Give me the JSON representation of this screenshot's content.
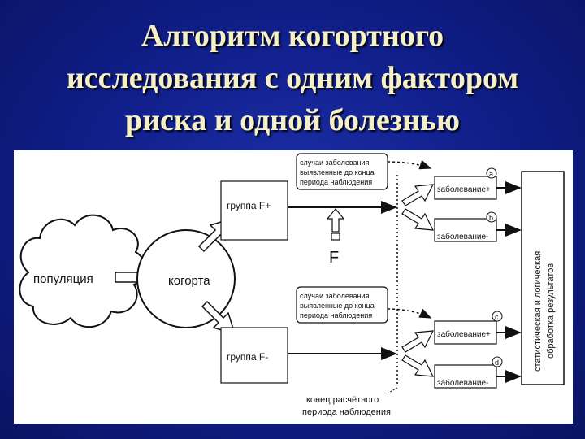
{
  "title": {
    "line1": "Алгоритм когортного",
    "line2": "исследования с одним фактором",
    "line3": "риска и одной болезнью"
  },
  "diagram": {
    "population": "популяция",
    "cohort": "когорта",
    "group_plus": "группа F+",
    "group_minus": "группа F-",
    "factor": "F",
    "cases_before_top": [
      "случаи заболевания,",
      "выявленные до конца",
      "периода наблюдения"
    ],
    "cases_before_bottom": [
      "случаи заболевания,",
      "выявленные до конца",
      "периода наблюдения"
    ],
    "outcome_a": "заболевание+",
    "outcome_b": "заболевание-",
    "outcome_c": "заболевание+",
    "outcome_d": "заболевание-",
    "marker_a": "a",
    "marker_b": "b",
    "marker_c": "c",
    "marker_d": "d",
    "analysis": [
      "статистическая и логическая",
      "обработка результатов"
    ],
    "end_period": [
      "конец расчётного",
      "периода наблюдения"
    ]
  },
  "colors": {
    "background": "#0f1d86",
    "title": "#f5f0c8",
    "ink": "#111111"
  }
}
